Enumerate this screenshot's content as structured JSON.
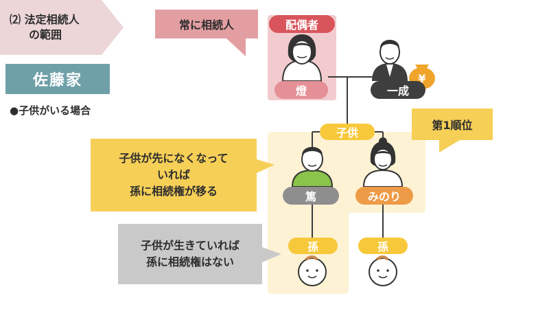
{
  "section": {
    "line1": "⑵ 法定相続人",
    "line2": "の範囲"
  },
  "family_name": "佐藤家",
  "case_label": "●子供がいる場合",
  "callouts": {
    "always_heir": "常に相続人",
    "first_rank": "第1順位",
    "predecease": [
      "子供が先になくなって",
      "いれば",
      "孫に相続権が移る"
    ],
    "alive": [
      "子供が生きていれば",
      "孫に相続権はない"
    ]
  },
  "people": {
    "spouse_role": "配偶者",
    "spouse_name": "燈",
    "husband_name": "一成",
    "children_label": "子供",
    "child1_name": "篤",
    "child2_name": "みのり",
    "grandchild1_label": "孫",
    "grandchild2_label": "孫"
  },
  "colors": {
    "spouse": "#d9555c",
    "accent_yellow": "#f6c83a",
    "teal": "#6fa0a8",
    "money_bag": "#f0a52a"
  },
  "icons": {
    "money": "yen-money-bag-icon"
  }
}
